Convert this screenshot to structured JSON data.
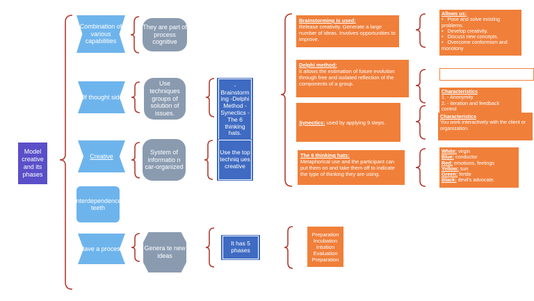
{
  "root": "Model creative and its phases",
  "level1": {
    "combination": "Combination of various capabilities",
    "thought": "Of thought side",
    "creative": "Creative",
    "interdependence": "interdependence teeth",
    "have_process": "Have a process"
  },
  "level2": {
    "process": "They are part of process cognitive",
    "techniques": "Use techniques groups of solution of issues.",
    "system": "System of informatio n car-organized",
    "generate": "Genera te new ideas"
  },
  "level3": {
    "methods": "- Brainstorm ing -Delphi Method - Synectics -The 6 thinking hats.",
    "top": "Use the top techniq ues creative",
    "phases": "It has 5 phases"
  },
  "level4": {
    "brainstorm_title": "Brainstorming is used:",
    "brainstorm_body": "Release creativity. Generate a large number of ideas. Involves opportunities to improve.",
    "delphi_title": "Delphi method:",
    "delphi_body": "It allows the estimation of future evolution through free and isolated reflection of the components of a group.",
    "synectics_title": "Synectics:",
    "synectics_body": "used by applying 9 steps.",
    "hats_title": "The 6 thinking hats:",
    "hats_body": "Metaphorical use and the participant can put them on and take them off to indicate the type of thinking they are using.",
    "phase_list": [
      "Preparation",
      "Incubation",
      "Intuition",
      "Evaluation",
      "Preparation"
    ]
  },
  "level5": {
    "allows_title": "Allows us:",
    "allows_items": [
      "Pose and solve existing problems.",
      "Develop creativity.",
      "Discuss new concepts.",
      "Overcome conformism and monotony"
    ],
    "char1_title": "Characteristics",
    "char1_line1": "1.           - Anonymity",
    "char1_line2": "2.           - iteration and feedback",
    "char1_line3": "control",
    "char2_title": "Characteristics",
    "char2_body": "You work interactively with the client or organization.",
    "hats": [
      {
        "label": "White:",
        "text": "virgin"
      },
      {
        "label": "Blue:",
        "text": "conductor"
      },
      {
        "label": "Red:",
        "text": "emotions, feelings"
      },
      {
        "label": "Yellow:",
        "text": "sun"
      },
      {
        "label": "Green:",
        "text": "fertile"
      },
      {
        "label": "Black:",
        "text": "devil's advocate."
      }
    ]
  },
  "colors": {
    "root": "#5a4fc8",
    "level1": "#6eb4ec",
    "level2": "#8a9bb0",
    "level3": "#3f6bc2",
    "orange": "#f07f3a",
    "bracket": "#b03a2e"
  }
}
